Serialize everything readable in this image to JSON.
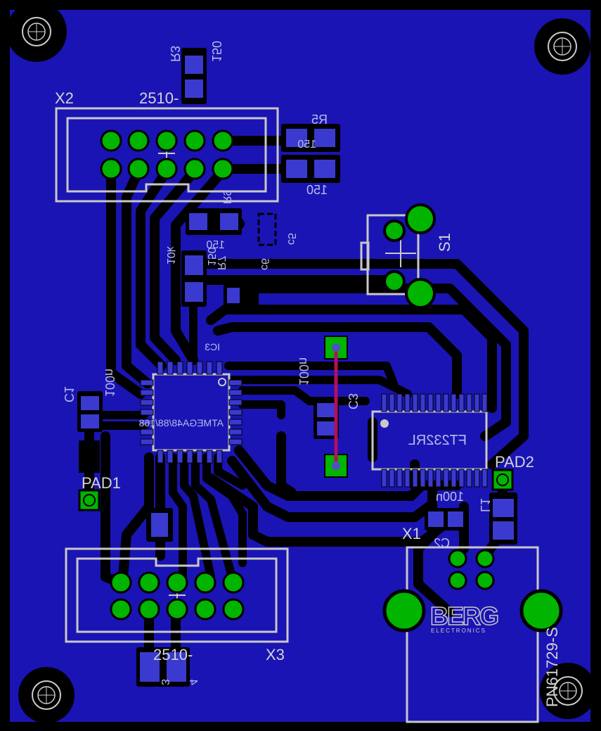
{
  "labels": {
    "x2": "X2",
    "x2_type": "2510-",
    "x3": "X3",
    "x3_type": "2510-",
    "x1": "X1",
    "s1": "S1",
    "pad1": "PAD1",
    "pad2": "PAD2",
    "ic3": "IC3",
    "mcu": "ATMEGA48/88/168",
    "ftdi": "FT232RL",
    "r3": "R3",
    "r3_val": "150",
    "r5": "R5",
    "r5_val": "150",
    "r_val_a": "150",
    "r_val_b": "150",
    "r_val_c": "10k",
    "r7": "R7",
    "r_val_d": "150",
    "r9": "R9",
    "c1": "C1",
    "c1_val": "100n",
    "c3": "C3",
    "c3_val": "100n",
    "c2": "C2",
    "c2_val": "100n",
    "l1": "L1",
    "c5": "c5",
    "c6": "c6",
    "jp3": "3",
    "jp4": "4",
    "usb_part": "PN61729-S",
    "berg": "BERG",
    "berg_sub": "ELECTRONICS"
  },
  "colors": {
    "copper_pour": "#1a14b4",
    "board_edge": "#000000",
    "silk": "#c8c8c8",
    "pad": "#00a000",
    "smd": "#3a3ad0",
    "top_trace": "#b01060"
  }
}
